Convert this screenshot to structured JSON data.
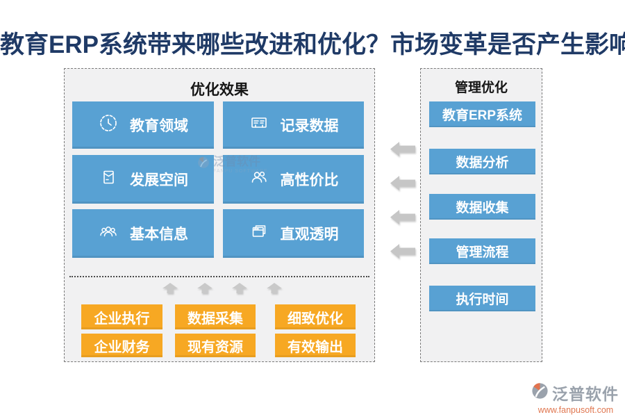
{
  "title": "教育ERP系统带来哪些改进和优化？市场变革是否产生影响？",
  "colors": {
    "title_navy": "#1F3A66",
    "box_blue": "#58A1D3",
    "box_orange": "#F7A823",
    "arrow_gray": "#C6C6C6",
    "panel_bg": "#F1F1F2",
    "logo_gray": "#9AA2AC",
    "logo_url_orange": "#E0764F"
  },
  "left_panel": {
    "title": "优化效果",
    "features": [
      {
        "label": "教育领域",
        "icon": "clock-icon"
      },
      {
        "label": "记录数据",
        "icon": "record-card-icon"
      },
      {
        "label": "发展空间",
        "icon": "envelope-icon"
      },
      {
        "label": "高性价比",
        "icon": "two-users-icon"
      },
      {
        "label": "基本信息",
        "icon": "user-group-icon"
      },
      {
        "label": "直观透明",
        "icon": "stacked-windows-icon"
      }
    ],
    "orange_row1": [
      "企业执行",
      "数据采集",
      "细致优化"
    ],
    "orange_row2": [
      "企业财务",
      "现有资源",
      "有效输出"
    ]
  },
  "right_panel": {
    "title": "管理优化",
    "items": [
      "教育ERP系统",
      "数据分析",
      "数据收集",
      "管理流程",
      "执行时间"
    ]
  },
  "watermark": {
    "name": "泛普软件",
    "subname": "FANPU SOFTWARE"
  },
  "brand": {
    "name": "泛普软件",
    "url": "www.fanpusoft.com"
  }
}
